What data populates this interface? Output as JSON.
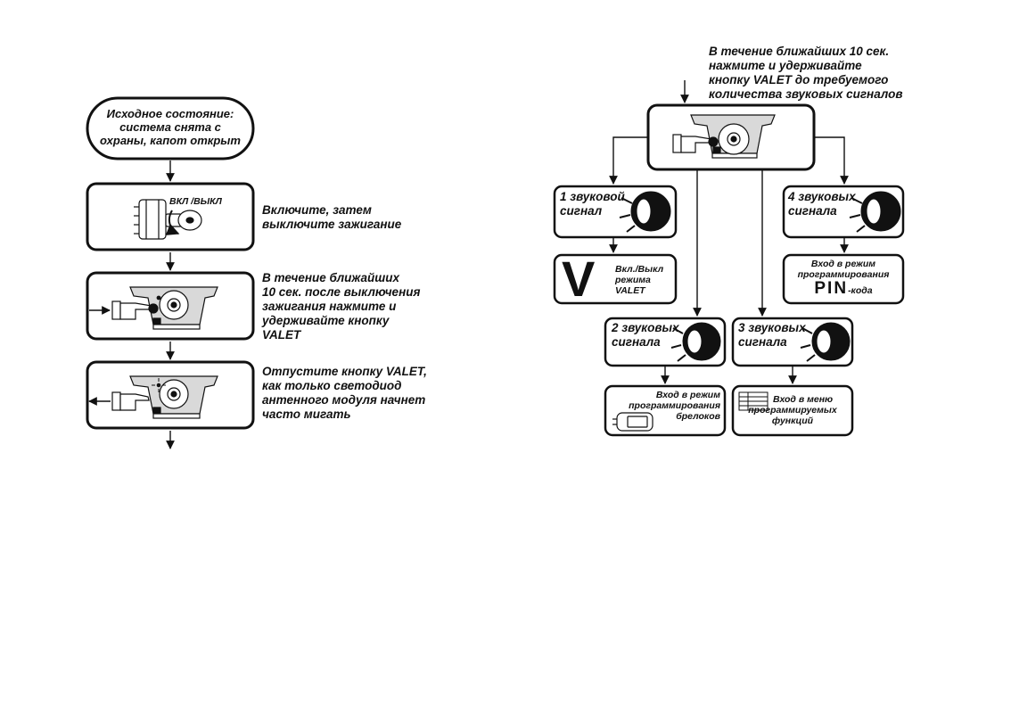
{
  "left_flow": {
    "start": {
      "line1": "Исходное состояние:",
      "line2": "система снята с",
      "line3": "охраны, капот открыт"
    },
    "ignition_label": "ВКЛ /ВЫКЛ",
    "step1": {
      "line1": "Включите, затем",
      "line2": "выключите зажигание"
    },
    "step2": {
      "line1": "В течение ближайших",
      "line2": "10 сек.  после выключения",
      "line3": "зажигания нажмите и",
      "line4": "удерживайте кнопку",
      "line5": "VALET"
    },
    "step3": {
      "line1": "Отпустите кнопку VALET,",
      "line2": "как только светодиод",
      "line3": "антенного модуля начнет",
      "line4": "часто мигать"
    }
  },
  "right_flow": {
    "instruction": {
      "line1": "В течение ближайших 10 сек.",
      "line2": "нажмите и удерживайте",
      "line3": "кнопку VALET до требуемого",
      "line4": "количества звуковых сигналов"
    },
    "s1": {
      "line1": "1 звуковой",
      "line2": "сигнал"
    },
    "s2": {
      "line1": "2 звуковых",
      "line2": "сигнала"
    },
    "s3": {
      "line1": "3 звуковых",
      "line2": "сигнала"
    },
    "s4": {
      "line1": "4 звуковых",
      "line2": "сигнала"
    },
    "r1": {
      "big_letter": "V",
      "line1": "Вкл./Выкл",
      "line2": "режима",
      "line3": "VALET"
    },
    "r2": {
      "line1": "Вход в режим",
      "line2": "программирования",
      "line3": "брелоков"
    },
    "r3": {
      "line1": "Вход  в меню",
      "line2": "программируемых",
      "line3": "функций"
    },
    "r4": {
      "line1": "Вход в режим",
      "line2": "программирования",
      "pin": "PIN",
      "pin_suffix": "-кода"
    }
  }
}
